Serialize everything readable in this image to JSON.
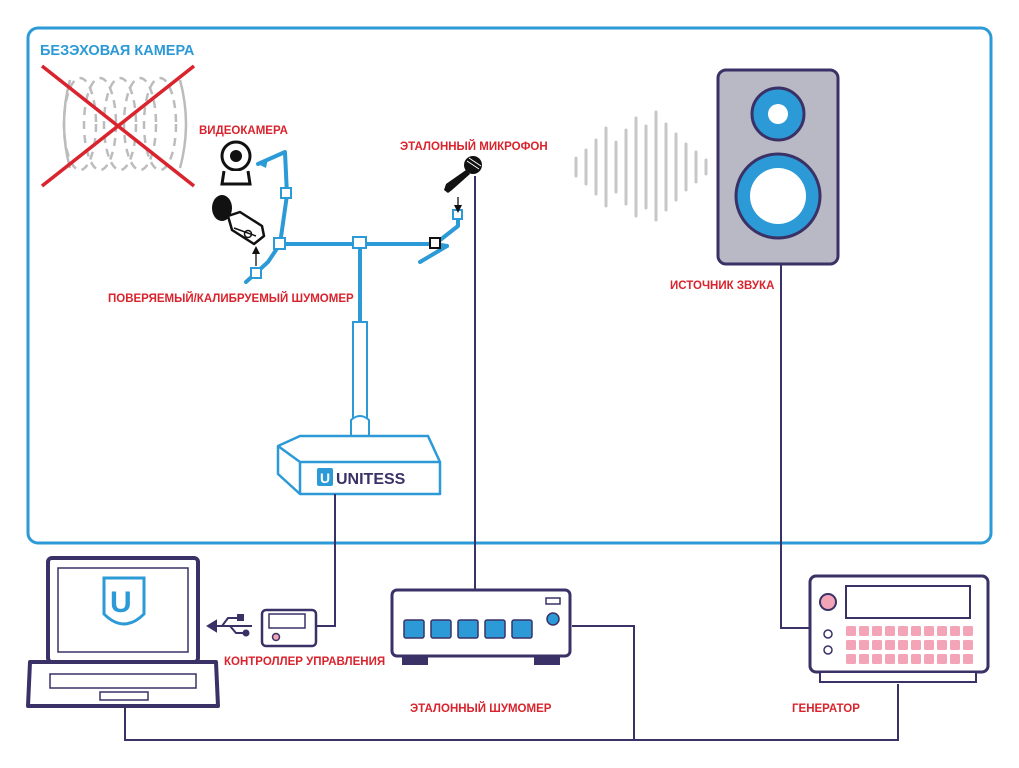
{
  "colors": {
    "accent_blue": "#2c9ad6",
    "label_red": "#d9232d",
    "outline_navy": "#3a3167",
    "speaker_gray": "#b9b9c6",
    "generator_key_pink": "#f3a4b6",
    "sound_wave_gray": "#c7c7c7"
  },
  "room": {
    "title": "БЕЗЭХОВАЯ КАМЕРА"
  },
  "labels": {
    "video_camera": "ВИДЕОКАМЕРА",
    "reference_microphone": "ЭТАЛОННЫЙ МИКРОФОН",
    "meter_under_test": "ПОВЕРЯЕМЫЙ/КАЛИБРУЕМЫЙ ШУМОМЕР",
    "sound_source": "ИСТОЧНИК ЗВУКА",
    "control_unit": "КОНТРОЛЛЕР УПРАВЛЕНИЯ",
    "reference_meter": "ЭТАЛОННЫЙ ШУМОМЕР",
    "generator": "ГЕНЕРАТОР"
  },
  "positioner": {
    "brand": "UNITESS",
    "logo_letter": "U"
  },
  "laptop": {
    "logo_letter": "U"
  },
  "icons": {
    "echo_crossed": "crossed-echo-icon",
    "camera": "webcam-icon",
    "meter": "sound-level-meter-icon",
    "microphone": "microphone-icon",
    "wave": "sound-wave-icon",
    "usb": "usb-icon"
  }
}
